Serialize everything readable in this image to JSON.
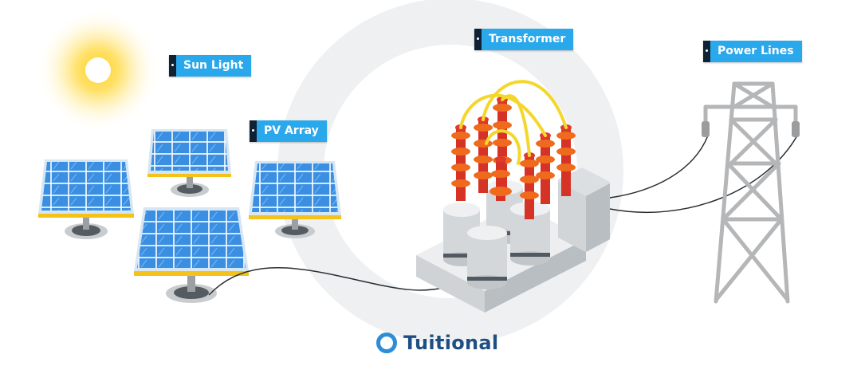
{
  "labels": {
    "sun_light": "Sun Light",
    "pv_array": "PV Array",
    "transformer": "Transformer",
    "power_lines": "Power Lines"
  },
  "brand": {
    "name": "Tuitional"
  },
  "colors": {
    "label_bg": "#2aa8ec",
    "label_notch": "#0f2233",
    "sun": "#ffd21e",
    "panel_cell": "#3a8fe3",
    "panel_frame": "#d6e6f2",
    "panel_trim": "#f3c21b",
    "insulator_red": "#e0392d",
    "insulator_orange": "#f06a1e",
    "coil_yellow": "#f4d72d",
    "tower_gray": "#b4b6b8",
    "brand_blue": "#2c8ed6",
    "brand_text": "#1f4f82",
    "background_arc": "#eef0f2"
  }
}
